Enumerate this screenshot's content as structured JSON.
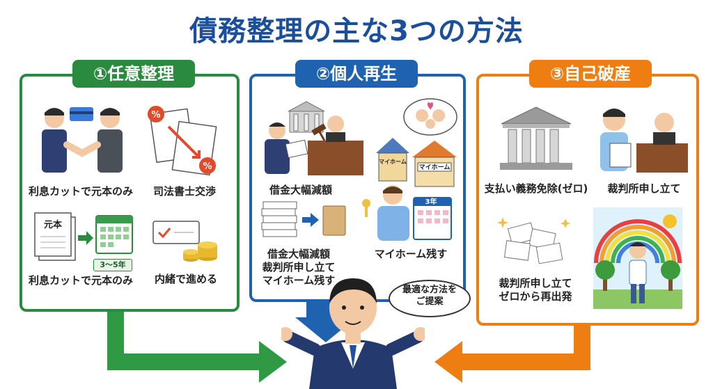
{
  "title": "債務整理の主な3つの方法",
  "methods": [
    {
      "label": "①任意整理",
      "color": "#2a8a3e",
      "items": [
        "利息カットで元本のみ",
        "司法書士交渉",
        "利息カットで元本のみ",
        "内緒で進める"
      ],
      "doc_label": "元本",
      "badge": "3〜5年"
    },
    {
      "label": "②個人再生",
      "color": "#1f63b0",
      "items": [
        "借金大幅減額",
        "借金大幅減額\n裁判所申し立て\nマイホーム残す",
        "マイホーム残す"
      ],
      "house_sign": "マイホーム",
      "calendar_label": "3年"
    },
    {
      "label": "③自己破産",
      "color": "#ee7d12",
      "items": [
        "支払い義務免除(ゼロ)",
        "裁判所申し立て",
        "裁判所申し立て\nゼロから再出発"
      ]
    }
  ],
  "advisor": {
    "speech": "最適な方法を\nご提案"
  },
  "icons": [
    "handshake-icon",
    "document-percent-icon",
    "document-icon",
    "calendar-icon",
    "check-icon",
    "coins-icon",
    "courthouse-icon",
    "gavel-icon",
    "house-icon",
    "family-icon",
    "key-icon",
    "paper-stack-icon",
    "arrow-right-icon",
    "rainbow-icon",
    "sun-icon",
    "tree-icon"
  ]
}
